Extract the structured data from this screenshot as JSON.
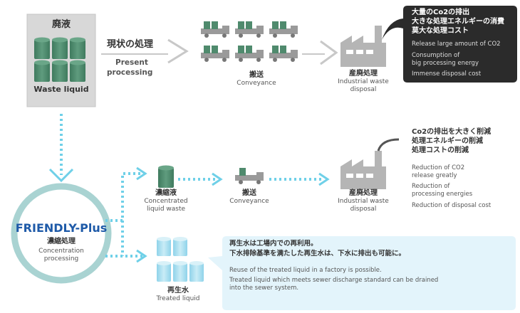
{
  "waste": {
    "jp": "廃液",
    "en": "Waste liquid"
  },
  "present": {
    "jp": "現状の処理",
    "en_line1": "Present",
    "en_line2": "processing"
  },
  "top_conveyance": {
    "jp": "搬送",
    "en": "Conveyance"
  },
  "top_disposal": {
    "jp": "産廃処理",
    "en_line1": "Industrial waste",
    "en_line2": "disposal"
  },
  "top_bubble": {
    "jp": [
      "大量のCo2の排出",
      "大きな処理エネルギーの消費",
      "莫大な処理コスト"
    ],
    "en": [
      "Release large amount of CO2",
      "Consumption of",
      "big processing energy",
      "Immense disposal cost"
    ]
  },
  "friendly": {
    "title": "FRIENDLY-Plus",
    "jp": "濃縮処理",
    "en_line1": "Concentration",
    "en_line2": "processing"
  },
  "concentrated": {
    "jp": "濃縮液",
    "en_line1": "Concentrated",
    "en_line2": "liquid waste"
  },
  "mid_conveyance": {
    "jp": "搬送",
    "en": "Conveyance"
  },
  "mid_disposal": {
    "jp": "産廃処理",
    "en_line1": "Industrial waste",
    "en_line2": "disposal"
  },
  "mid_notes": {
    "jp": [
      "Co2の排出を大きく削減",
      "処理エネルギーの削減",
      "処理コストの削減"
    ],
    "en": [
      "Reduction of CO2",
      "release greatly",
      "Reduction of",
      "processing energies",
      "Reduction of disposal cost"
    ]
  },
  "treated": {
    "jp": "再生水",
    "en": "Treated liquid"
  },
  "bottom_bubble": {
    "jp": [
      "再生水は工場内での再利用。",
      "下水排除基準を満たした再生水は、下水に排出も可能に。"
    ],
    "en": [
      "Reuse of the treated liquid in a factory is possible.",
      "Treated liquid which meets sewer discharge standard can be drained",
      "into the sewer system."
    ]
  },
  "colors": {
    "drum_green": "#4f8a6d",
    "factory_gray": "#b5b5b5",
    "cyan_accent": "#6fd0e8",
    "circle_teal": "#a9d3d2",
    "brand_blue": "#1e5aa8"
  }
}
